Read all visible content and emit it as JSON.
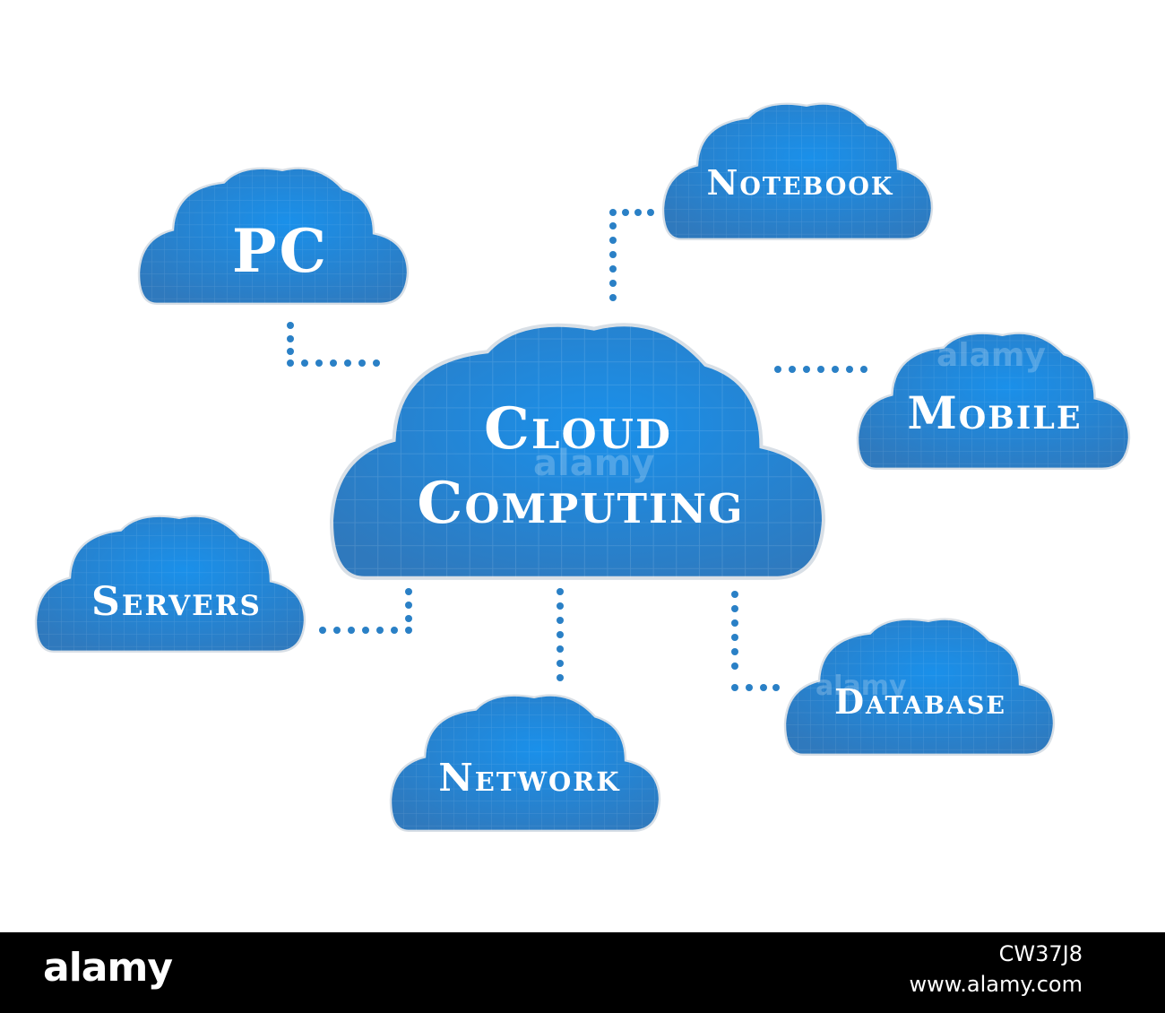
{
  "colors": {
    "cloud_fill": "#2f82c9",
    "cloud_highlight": "#1b8fe8",
    "cloud_outline": "#d5dde5",
    "connector": "#2a80c6",
    "footer_bg": "#000000"
  },
  "center": {
    "line1": "Cloud",
    "line2": "Computing"
  },
  "nodes": {
    "pc": "PC",
    "notebook": "Notebook",
    "mobile": "Mobile",
    "servers": "Servers",
    "network": "Network",
    "database": "Database"
  },
  "watermark": "alamy",
  "footer": {
    "brand": "alamy",
    "image_id": "CW37J8",
    "url": "www.alamy.com"
  }
}
